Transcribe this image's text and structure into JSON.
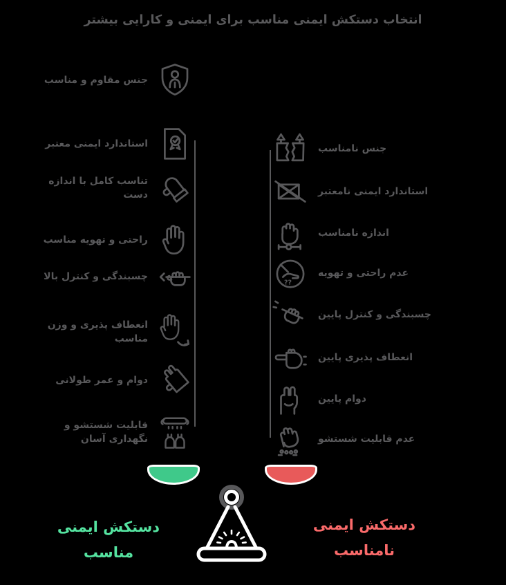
{
  "title": "انتخاب دستکش ایمنی مناسب برای ایمنی و کارایی بیشتر",
  "colors": {
    "background": "#000000",
    "ink_gray": "#58585a",
    "good_bowl": "#3fc98a",
    "good_text": "#55e3a0",
    "bad_bowl": "#e85a5a",
    "bad_text": "#fa6a6a",
    "scale_stroke": "#ffffff"
  },
  "good_column": {
    "items": [
      {
        "label": "جنس مقاوم و مناسب",
        "icon": "shield-person-icon"
      },
      {
        "label": "استاندارد ایمنی معتبر",
        "icon": "certificate-check-icon"
      },
      {
        "label": "تناسب کامل با اندازه\nدست",
        "icon": "glove-fit-icon"
      },
      {
        "label": "راحتی و تهویه مناسب",
        "icon": "open-hand-icon"
      },
      {
        "label": "چسبندگی و کنترل بالا",
        "icon": "grip-control-icon"
      },
      {
        "label": "انعطاف پذیری و وزن\nمناسب",
        "icon": "flexible-hand-icon"
      },
      {
        "label": "دوام و عمر طولانی",
        "icon": "durable-glove-icon"
      },
      {
        "label": "قابلیت شستشو و\nنگهداری آسان",
        "icon": "washable-gloves-icon"
      }
    ]
  },
  "bad_column": {
    "items": [
      {
        "label": "جنس نامناسب",
        "icon": "torn-material-icon"
      },
      {
        "label": "استاندارد ایمنی نامعتبر",
        "icon": "crossed-standard-icon"
      },
      {
        "label": "اندازه نامناسب",
        "icon": "wrong-size-icon"
      },
      {
        "label": "عدم راحتی و تهویه",
        "icon": "no-comfort-icon",
        "marks": "??"
      },
      {
        "label": "چسبندگی و کنترل پایین",
        "icon": "low-grip-icon"
      },
      {
        "label": "انعطاف پذیری پایین",
        "icon": "stiff-hand-icon"
      },
      {
        "label": "دوام پایین",
        "icon": "worn-glove-icon"
      },
      {
        "label": "عدم قابلیت شستشو",
        "icon": "not-washable-icon"
      }
    ]
  },
  "scale": {
    "good_label": "دستکش ایمنی\nمناسب",
    "bad_label": "دستکش ایمنی\nنامناسب"
  }
}
